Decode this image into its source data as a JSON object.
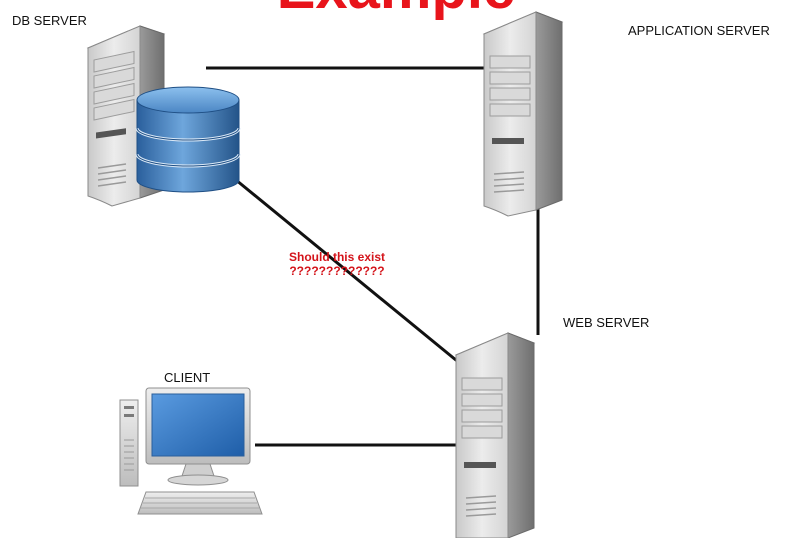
{
  "title": "Example",
  "nodes": {
    "db_server": {
      "label": "DB SERVER",
      "icon": "server-tower-with-database-icon"
    },
    "application_server": {
      "label": "APPLICATION SERVER",
      "icon": "server-tower-icon"
    },
    "web_server": {
      "label": "WEB SERVER",
      "icon": "server-tower-icon"
    },
    "client": {
      "label": "CLIENT",
      "icon": "desktop-computer-icon"
    }
  },
  "connections": [
    {
      "from": "DB SERVER",
      "to": "APPLICATION SERVER"
    },
    {
      "from": "APPLICATION SERVER",
      "to": "WEB SERVER"
    },
    {
      "from": "DB SERVER",
      "to": "WEB SERVER"
    },
    {
      "from": "CLIENT",
      "to": "WEB SERVER"
    }
  ],
  "question": {
    "line1": "Should this exist",
    "line2": "?????????????"
  },
  "colors": {
    "title": "#e8141b",
    "question": "#d4141b",
    "line": "#111111",
    "db_blue": "#3f78b5",
    "monitor_screen": "#2f6fb7"
  }
}
